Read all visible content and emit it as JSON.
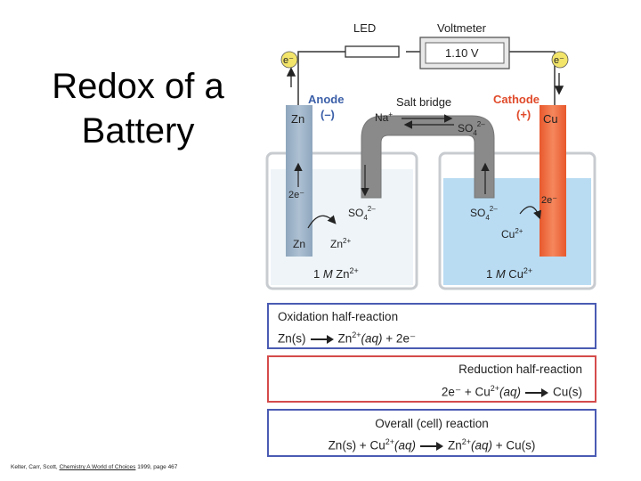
{
  "slide": {
    "title_line1": "Redox of a",
    "title_line2": "Battery",
    "citation_prefix": "Kelter, Carr, Scott, ",
    "citation_book": "Chemistry A World of Choices",
    "citation_suffix": "  1999, page 467"
  },
  "circuit": {
    "led_label": "LED",
    "voltmeter_label": "Voltmeter",
    "voltmeter_reading": "1.10 V",
    "electron_left": "e⁻",
    "electron_right": "e⁻"
  },
  "anode": {
    "title": "Anode",
    "sign": "(–)",
    "metal": "Zn",
    "electrons": "2e⁻",
    "ion_product": "Zn",
    "ion_product_charge": "2+",
    "atom": "Zn",
    "solution_prefix": "1 ",
    "solution_M": "M",
    "solution_ion": " Zn",
    "solution_charge": "2+",
    "sulfate": "SO",
    "sulfate_sub": "4",
    "sulfate_charge": "2–"
  },
  "cathode": {
    "title": "Cathode",
    "sign": "(+)",
    "metal": "Cu",
    "electrons": "2e⁻",
    "ion_reactant": "Cu",
    "ion_reactant_charge": "2+",
    "solution_prefix": "1 ",
    "solution_M": "M",
    "solution_ion": " Cu",
    "solution_charge": "2+",
    "sulfate": "SO",
    "sulfate_sub": "4",
    "sulfate_charge": "2–"
  },
  "salt_bridge": {
    "label": "Salt bridge",
    "cation": "Na",
    "cation_charge": "+",
    "anion": "SO",
    "anion_sub": "4",
    "anion_charge": "2–"
  },
  "oxidation": {
    "heading": "Oxidation half-reaction",
    "left": "Zn(s)",
    "right_species": "Zn",
    "right_charge": "2+",
    "right_state": "(aq)",
    "right_extra": " + 2e⁻"
  },
  "reduction": {
    "heading": "Reduction half-reaction",
    "left_electrons": "2e⁻ + Cu",
    "left_charge": "2+",
    "left_state": "(aq)",
    "right": "Cu(s)"
  },
  "overall": {
    "heading": "Overall (cell) reaction",
    "left_a": "Zn(s) + Cu",
    "left_charge": "2+",
    "left_state": "(aq)",
    "right_species": "Zn",
    "right_charge": "2+",
    "right_state": "(aq)",
    "right_extra": " + Cu(s)"
  },
  "colors": {
    "zinc": "#9eb4c9",
    "copper": "#ef6a3e",
    "solution_right": "#b9dcf3",
    "bridge": "#8a8a8a",
    "box_blue": "#4a5bb3",
    "box_red": "#d54b4b",
    "label_blue": "#3b5fa8",
    "label_red": "#e04a2a"
  }
}
